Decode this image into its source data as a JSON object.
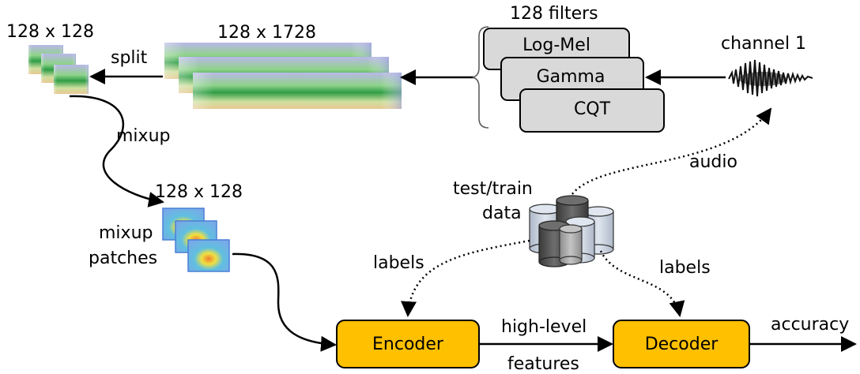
{
  "labels": {
    "small_patch_size": "128 x 128",
    "long_patch_size": "128 x 1728",
    "filters_title": "128 filters",
    "channel": "channel 1",
    "split": "split",
    "mixup": "mixup",
    "mixup_patch_size": "128 x 128",
    "mixup_patches_line1": "mixup",
    "mixup_patches_line2": "patches",
    "dataset_line1": "test/train",
    "dataset_line2": "data",
    "audio": "audio",
    "labels_left": "labels",
    "labels_right": "labels",
    "highlevel_line1": "high-level",
    "highlevel_line2": "features",
    "accuracy": "accuracy"
  },
  "filters": [
    "Log-Mel",
    "Gamma",
    "CQT"
  ],
  "blocks": {
    "encoder": "Encoder",
    "decoder": "Decoder"
  },
  "colors": {
    "block_fill": "#ffc000",
    "block_stroke": "#7f6000",
    "filter_fill": "#d9d9d9",
    "cylinder_light": "#c9d3e0",
    "cylinder_dark": "#595959",
    "cylinder_mid": "#a6a6a6"
  }
}
